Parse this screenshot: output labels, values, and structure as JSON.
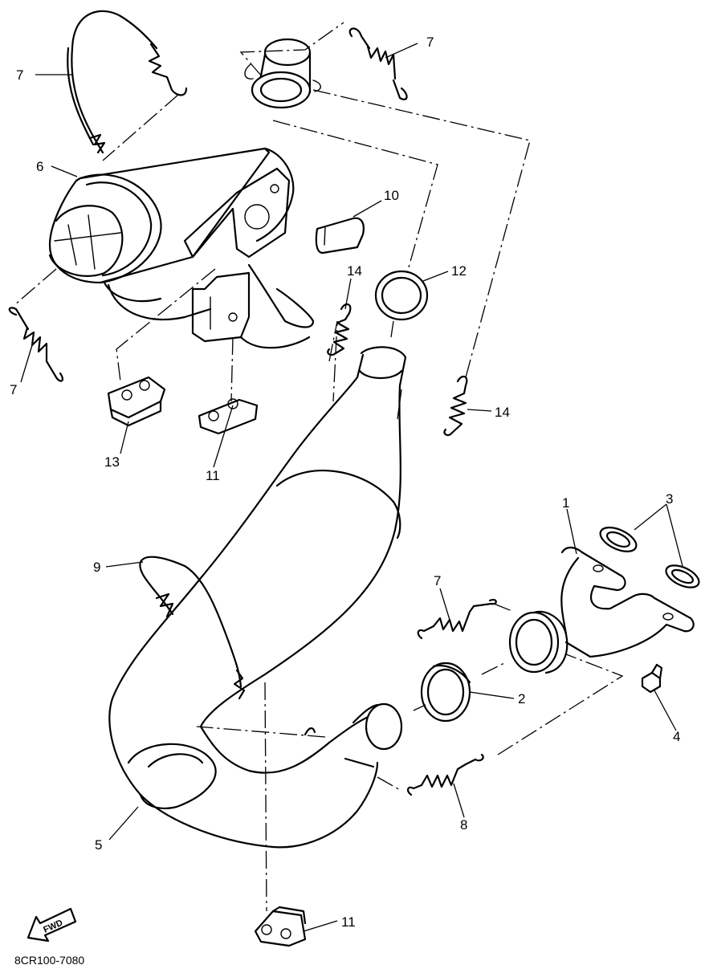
{
  "diagram": {
    "drawing_code": "8CR100-7080",
    "fwd_label": "FWD",
    "callouts": [
      {
        "id": "c1",
        "text": "1"
      },
      {
        "id": "c2",
        "text": "2"
      },
      {
        "id": "c3",
        "text": "3"
      },
      {
        "id": "c4",
        "text": "4"
      },
      {
        "id": "c5",
        "text": "5"
      },
      {
        "id": "c6",
        "text": "6"
      },
      {
        "id": "c7a",
        "text": "7"
      },
      {
        "id": "c7b",
        "text": "7"
      },
      {
        "id": "c7c",
        "text": "7"
      },
      {
        "id": "c7d",
        "text": "7"
      },
      {
        "id": "c8",
        "text": "8"
      },
      {
        "id": "c9",
        "text": "9"
      },
      {
        "id": "c10",
        "text": "10"
      },
      {
        "id": "c11a",
        "text": "11"
      },
      {
        "id": "c11b",
        "text": "11"
      },
      {
        "id": "c12",
        "text": "12"
      },
      {
        "id": "c13",
        "text": "13"
      },
      {
        "id": "c14a",
        "text": "14"
      },
      {
        "id": "c14b",
        "text": "14"
      }
    ]
  }
}
